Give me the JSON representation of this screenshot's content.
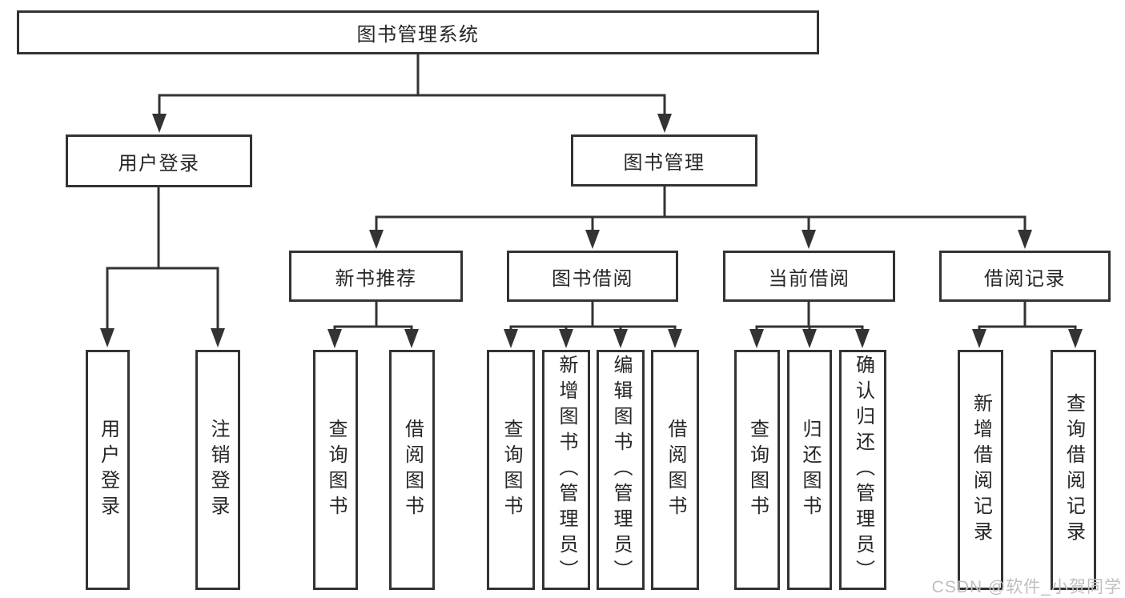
{
  "tree": {
    "root": {
      "label": "图书管理系统"
    },
    "children": [
      {
        "label": "用户登录",
        "children": [
          {
            "label": "用户登录"
          },
          {
            "label": "注销登录"
          }
        ]
      },
      {
        "label": "图书管理",
        "children": [
          {
            "label": "新书推荐",
            "children": [
              {
                "label": "查询图书"
              },
              {
                "label": "借阅图书"
              }
            ]
          },
          {
            "label": "图书借阅",
            "children": [
              {
                "label": "查询图书"
              },
              {
                "label": "新增图书（管理员）"
              },
              {
                "label": "编辑图书（管理员）"
              },
              {
                "label": "借阅图书"
              }
            ]
          },
          {
            "label": "当前借阅",
            "children": [
              {
                "label": "查询图书"
              },
              {
                "label": "归还图书"
              },
              {
                "label": "确认归还（管理员）"
              }
            ]
          },
          {
            "label": "借阅记录",
            "children": [
              {
                "label": "新增借阅记录"
              },
              {
                "label": "查询借阅记录"
              }
            ]
          }
        ]
      }
    ]
  },
  "watermark": "CSDN @软件_小贺同学",
  "colors": {
    "line": "#333333",
    "box_border": "#333333",
    "text": "#262626",
    "watermark": "#bfbfbf",
    "background": "#ffffff"
  }
}
